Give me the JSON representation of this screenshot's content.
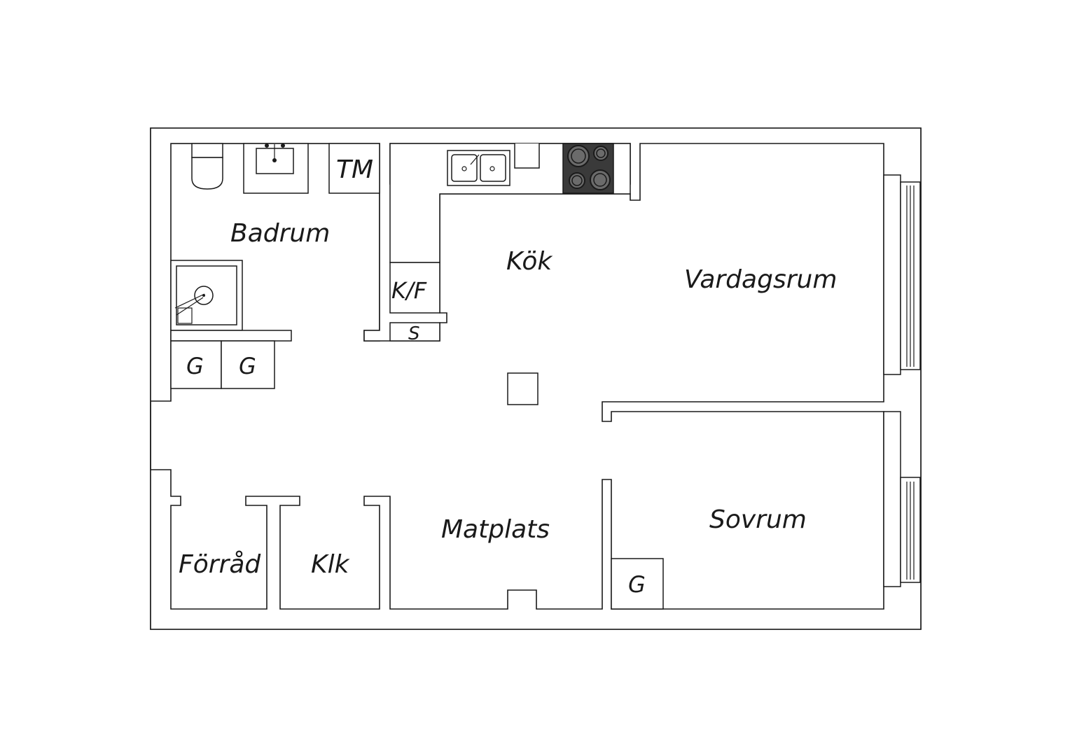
{
  "rooms": {
    "badrum": "Badrum",
    "kok": "Kök",
    "vardagsrum": "Vardagsrum",
    "sovrum": "Sovrum",
    "matplats": "Matplats",
    "forrad": "Förråd",
    "klk": "Klk"
  },
  "fixtures": {
    "tm": "TM",
    "kf": "K/F",
    "s": "S",
    "wardrobe_1": "G",
    "wardrobe_2": "G",
    "wardrobe_sovrum": "G"
  },
  "colors": {
    "wall_stroke": "#1a1a1a",
    "stove": "#3a3a3a",
    "burner": "#6b6b6b"
  },
  "icons": [
    "toilet-icon",
    "sink-icon",
    "shower-icon",
    "kitchen-sink-icon",
    "stove-icon",
    "window-icon",
    "column-icon"
  ]
}
